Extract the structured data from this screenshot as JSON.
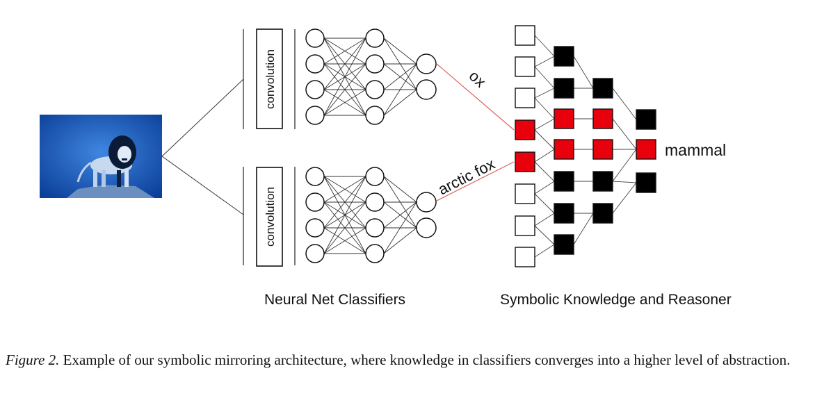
{
  "diagram": {
    "conv_label": "convolution",
    "edge_labels": {
      "ox": "ox",
      "arctic_fox": "arctic fox",
      "mammal": "mammal"
    },
    "section_titles": {
      "left": "Neural Net Classifiers",
      "right": "Symbolic Knowledge and Reasoner"
    },
    "colors": {
      "active_node": "#e8000d",
      "inactive_node": "#000000",
      "input_node": "#ffffff",
      "active_edge": "#e06060",
      "image_bg": "#1a5bb8"
    },
    "input_image": "lion-photo"
  },
  "caption": {
    "label": "Figure 2.",
    "text": " Example of our symbolic mirroring architecture, where knowledge in classifiers converges into a higher level of abstraction."
  }
}
